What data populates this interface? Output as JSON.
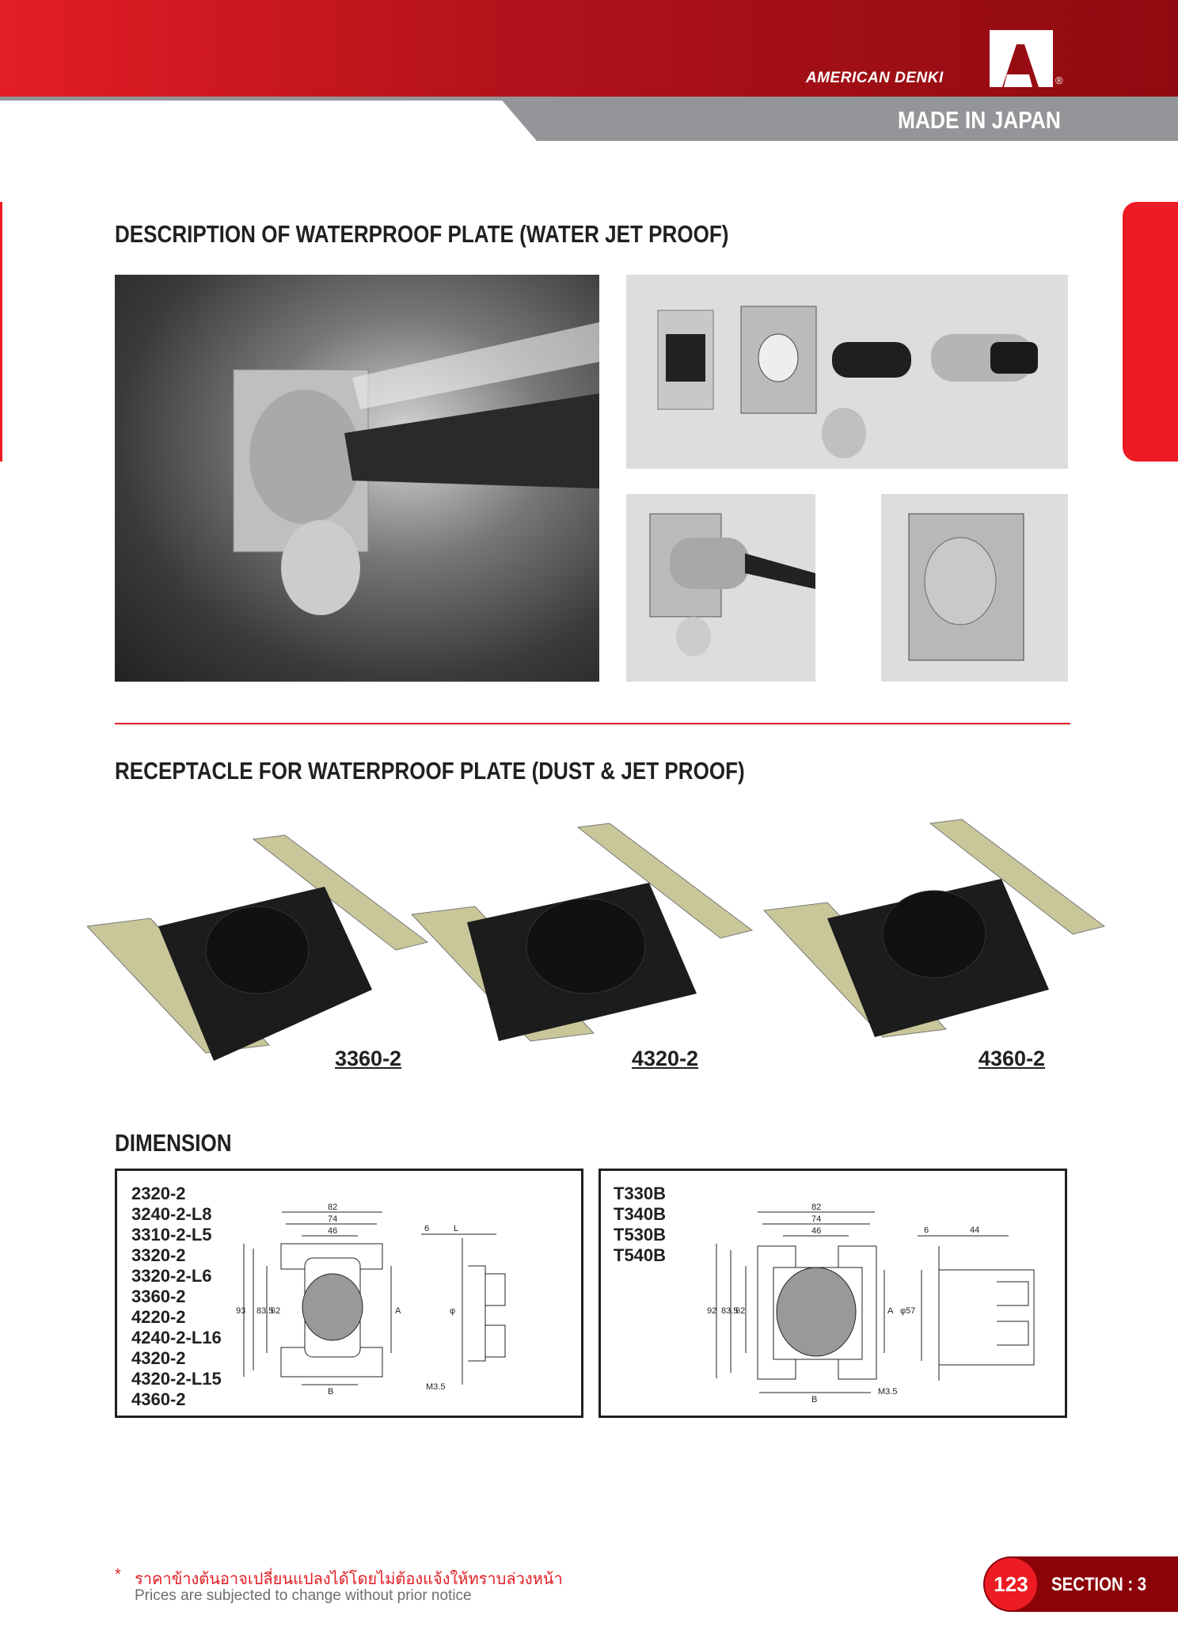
{
  "header": {
    "brand": "AMERICAN DENKI",
    "registered": "®",
    "tagline": "MADE IN JAPAN"
  },
  "sections": {
    "description_title": "DESCRIPTION OF WATERPROOF PLATE (WATER JET PROOF)",
    "receptacle_title": "RECEPTACLE FOR WATERPROOF PLATE (DUST & JET PROOF)",
    "dimension_title": "DIMENSION"
  },
  "products": [
    {
      "label": "3360-2"
    },
    {
      "label": "4320-2"
    },
    {
      "label": "4360-2"
    }
  ],
  "dimensions": {
    "left": {
      "models": [
        "2320-2",
        "3240-2-L8",
        "3310-2-L5",
        "3320-2",
        "3320-2-L6",
        "3360-2",
        "4220-2",
        "4240-2-L16",
        "4320-2",
        "4320-2-L15",
        "4360-2"
      ],
      "labels": {
        "w82": "82",
        "w74": "74",
        "w46": "46",
        "h93": "93",
        "h835": "83.5",
        "h62": "62",
        "a": "A",
        "b": "B",
        "screw": "M3.5",
        "d6": "6",
        "l": "L",
        "phi": "φ"
      }
    },
    "right": {
      "models": [
        "T330B",
        "T340B",
        "T530B",
        "T540B"
      ],
      "labels": {
        "w82": "82",
        "w74": "74",
        "w46": "46",
        "h92": "92",
        "h835": "83.5",
        "h62": "62",
        "a": "A",
        "b": "B",
        "screw": "M3.5",
        "d6": "6",
        "l": "44",
        "phi": "φ57"
      }
    }
  },
  "footer": {
    "asterisk": "*",
    "note_th": "ราคาข้างต้นอาจเปลี่ยนแปลงได้โดยไม่ต้องแจ้งให้ทราบล่วงหน้า",
    "note_en": "Prices are subjected to change without prior notice",
    "page_number": "123",
    "section": "SECTION : 3"
  }
}
